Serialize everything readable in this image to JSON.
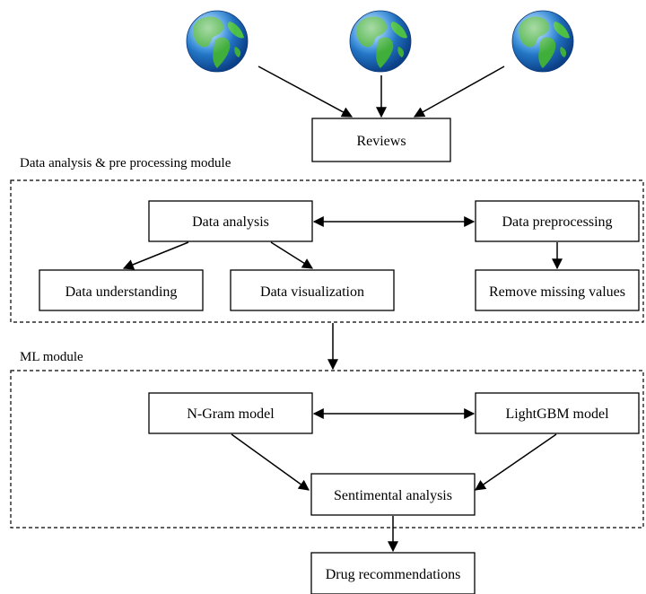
{
  "sources": [
    {
      "icon": "globe-icon"
    },
    {
      "icon": "globe-icon"
    },
    {
      "icon": "globe-icon"
    }
  ],
  "nodes": {
    "reviews": "Reviews",
    "data_analysis": "Data analysis",
    "data_preprocessing": "Data preprocessing",
    "data_understanding": "Data understanding",
    "data_visualization": "Data visualization",
    "remove_missing_values": "Remove missing values",
    "ngram_model": "N-Gram model",
    "lightgbm_model": "LightGBM model",
    "sentimental_analysis": "Sentimental analysis",
    "drug_recommendations": "Drug recommendations"
  },
  "modules": {
    "preprocessing": "Data analysis & pre processing module",
    "ml": "ML module"
  },
  "colors": {
    "ocean": "#1a6fc4",
    "land": "#3fae3a",
    "stroke": "#000000"
  }
}
